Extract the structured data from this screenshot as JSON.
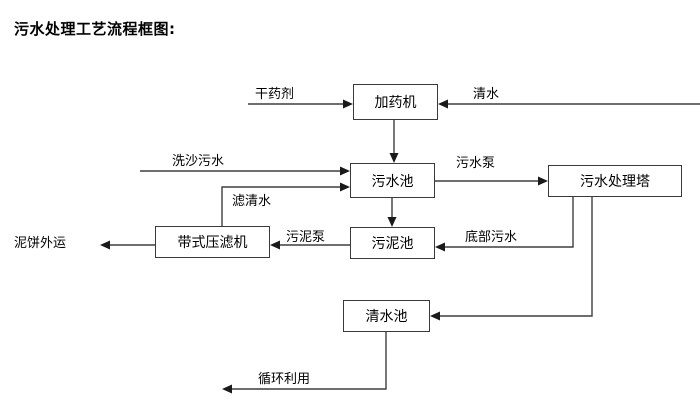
{
  "title": "污水处理工艺流程框图:",
  "nodes": [
    {
      "id": "dosing",
      "label": "加药机"
    },
    {
      "id": "wastepool",
      "label": "污水池"
    },
    {
      "id": "tower",
      "label": "污水处理塔"
    },
    {
      "id": "beltpress",
      "label": "带式压滤机"
    },
    {
      "id": "sludgepool",
      "label": "污泥池"
    },
    {
      "id": "cleanpool",
      "label": "清水池"
    }
  ],
  "edge_labels": {
    "dry_chemical": "干药剂",
    "clean_water_in": "清水",
    "sand_wash_water": "洗沙污水",
    "filtered_water": "滤清水",
    "waste_pump": "污水泵",
    "sludge_pump": "污泥泵",
    "bottom_water": "底部污水",
    "mud_cake_out": "泥饼外运",
    "recycle": "循环利用"
  },
  "colors": {
    "line": "#3f3f3f",
    "box_border": "#3a3a3a",
    "text": "#000000",
    "background": "#ffffff"
  }
}
